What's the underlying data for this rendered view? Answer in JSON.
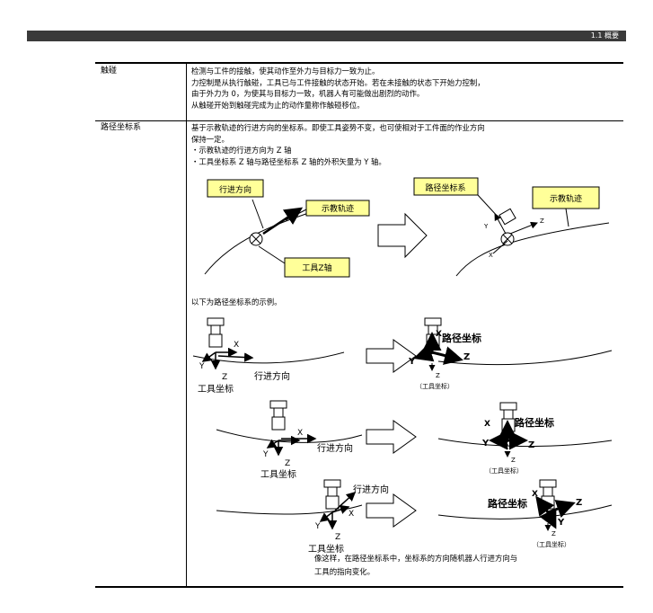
{
  "header": {
    "section": "1.1 概要"
  },
  "rows": [
    {
      "term": "触碰",
      "lines": [
        "检测与工件的接触，使其动作至外力与目标力一致为止。",
        "力控制是从执行触碰，工具已与工件接触的状态开始。若在未接触的状态下开始力控制，",
        "由于外力为 0，为使其与目标力一致，机器人有可能做出剧烈的动作。",
        "从触碰开始到触碰完成为止的动作量称作触碰移位。"
      ]
    },
    {
      "term": "路径坐标系",
      "lines": [
        "基于示教轨迹的行进方向的坐标系。即使工具姿势不变，也可使相对于工件面的作业方向",
        "保持一定。",
        "・示教轨迹的行进方向为 Z 轴",
        "・工具坐标系 Z 轴与路径坐标系 Z 轴的外积矢量为 Y 轴。"
      ]
    }
  ],
  "figure1": {
    "callout_direction": "行进方向",
    "callout_trajectory": "示教轨迹",
    "callout_tool_z": "工具Z轴",
    "callout_path_frame": "路径坐标系",
    "callout_trajectory_2": "示教轨迹",
    "axis_z": "Z",
    "axis_y": "Y",
    "axis_x": "X",
    "callout_fill": "#ffff99"
  },
  "example_caption": "以下为路径坐标系的示例。",
  "examples": [
    {
      "axis_x": "X",
      "axis_y": "Y",
      "axis_z": "Z",
      "direction": "行进方向",
      "tool_frame": "工具坐标",
      "path_frame": "路径坐标",
      "path_x": "X",
      "path_y": "Y",
      "path_z": "Z",
      "tool_z": "Z",
      "tool_frame_small": "（工具坐标）"
    },
    {
      "axis_x": "X",
      "axis_y": "Y",
      "axis_z": "Z",
      "direction": "行进方向",
      "tool_frame": "工具坐标",
      "path_frame": "路径坐标",
      "path_x": "X",
      "path_y": "Y",
      "path_z": "Z",
      "tool_z": "Z",
      "tool_frame_small": "（工具坐标）"
    },
    {
      "axis_x": "X",
      "axis_y": "Y",
      "axis_z": "Z",
      "direction": "行进方向",
      "tool_frame": "工具坐标",
      "path_frame": "路径坐标",
      "path_x": "X",
      "path_y": "Y",
      "path_z": "Z",
      "tool_z": "Z",
      "tool_frame_small": "（工具坐标）"
    }
  ],
  "closing": [
    "像这样，在路径坐标系中，坐标系的方向随机器人行进方向与",
    "工具的指向变化。"
  ]
}
